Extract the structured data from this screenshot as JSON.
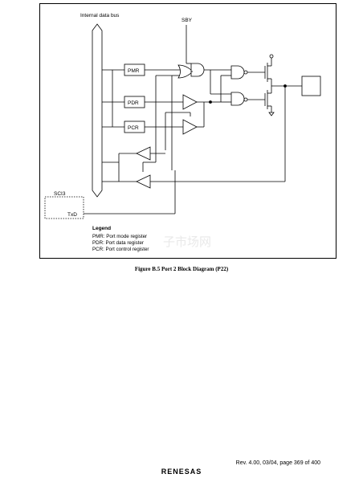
{
  "diagram": {
    "bus_label": "Internal data bus",
    "sby_label": "SBY",
    "registers": {
      "pmr": "PMR",
      "pdr": "PDR",
      "pcr": "PCR"
    },
    "sci_label": "SCI3",
    "txd_label": "TxD",
    "legend": {
      "title": "Legend",
      "entries": [
        "PMR:  Port mode register",
        "PDR:  Port data register",
        "PCR:  Port control register"
      ]
    }
  },
  "watermark": "子市场网",
  "caption": "Figure B.5   Port 2 Block Diagram (P22)",
  "footer": {
    "revision": "Rev. 4.00, 03/04, page 369 of 400",
    "logo": "RENESAS"
  }
}
